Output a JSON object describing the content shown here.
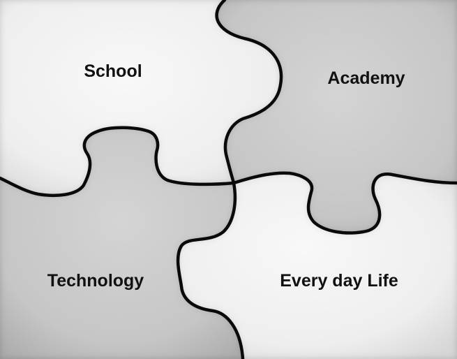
{
  "pieces": {
    "top_left": {
      "label": "School"
    },
    "top_right": {
      "label": "Academy"
    },
    "bottom_left": {
      "label": "Technology"
    },
    "bottom_right": {
      "label": "Every day Life"
    }
  },
  "colors": {
    "light_piece": "#efefef",
    "dark_piece": "#c9c9c9",
    "outline": "#0a0a0a",
    "text": "#111111"
  }
}
